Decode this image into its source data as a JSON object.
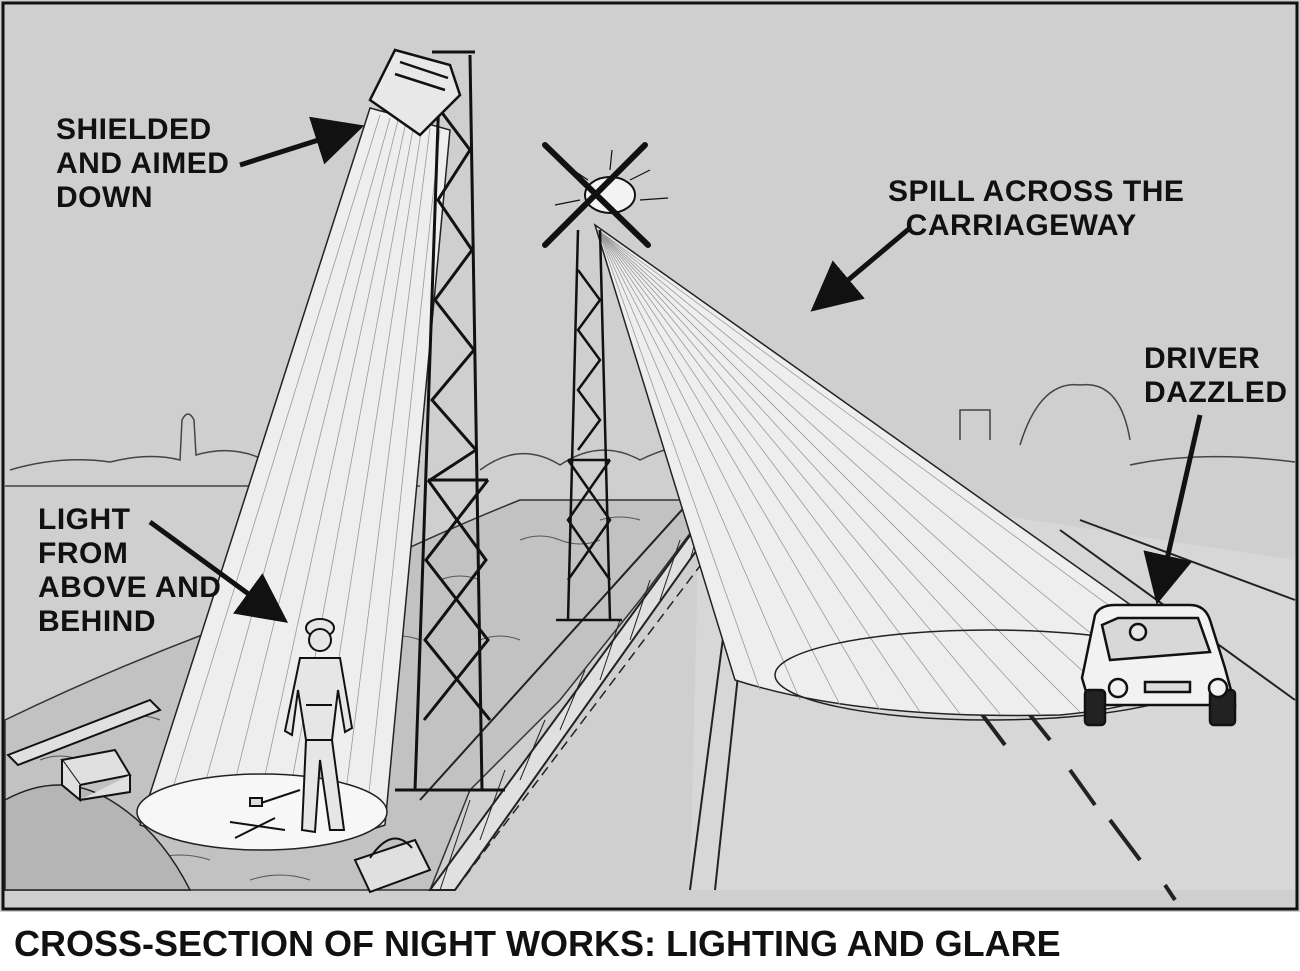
{
  "labels": {
    "shielded": "SHIELDED\nAND AIMED\nDOWN",
    "spill": "SPILL ACROSS THE\n  CARRIAGEWAY",
    "driver": "DRIVER\nDAZZLED",
    "light_from": "LIGHT\nFROM\nABOVE AND\nBEHIND"
  },
  "caption": "CROSS-SECTION OF NIGHT WORKS: LIGHTING AND GLARE",
  "colors": {
    "background": "#cfcfcf",
    "ink": "#111111",
    "beam": "#f4f4f4",
    "caption_bar": "#ffffff"
  },
  "icons": [
    "floodlight-icon",
    "lighting-tower-icon",
    "worker-icon",
    "car-icon",
    "toolbox-icon",
    "cross-mark-icon"
  ]
}
